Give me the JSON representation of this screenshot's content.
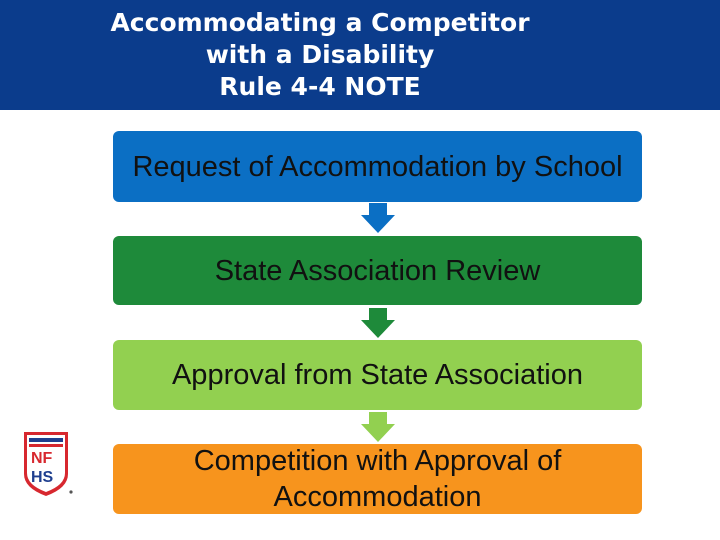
{
  "header": {
    "lines": [
      "Accommodating a Competitor",
      "with a Disability",
      "Rule 4-4 NOTE"
    ]
  },
  "steps": [
    {
      "label": "Request of Accommodation by School",
      "color": "#0b6fc4"
    },
    {
      "label": "State Association Review",
      "color": "#1e8a3a"
    },
    {
      "label": "Approval from State Association",
      "color": "#92d050"
    },
    {
      "label": "Competition with Approval of Accommodation",
      "color": "#f7941d"
    }
  ],
  "arrows": [
    {
      "color": "#0b6fc4"
    },
    {
      "color": "#1e8a3a"
    },
    {
      "color": "#92d050"
    }
  ],
  "logo": {
    "text": "NFHS",
    "colors": {
      "red": "#d7282f",
      "blue": "#1f3f8f",
      "white": "#ffffff"
    }
  }
}
